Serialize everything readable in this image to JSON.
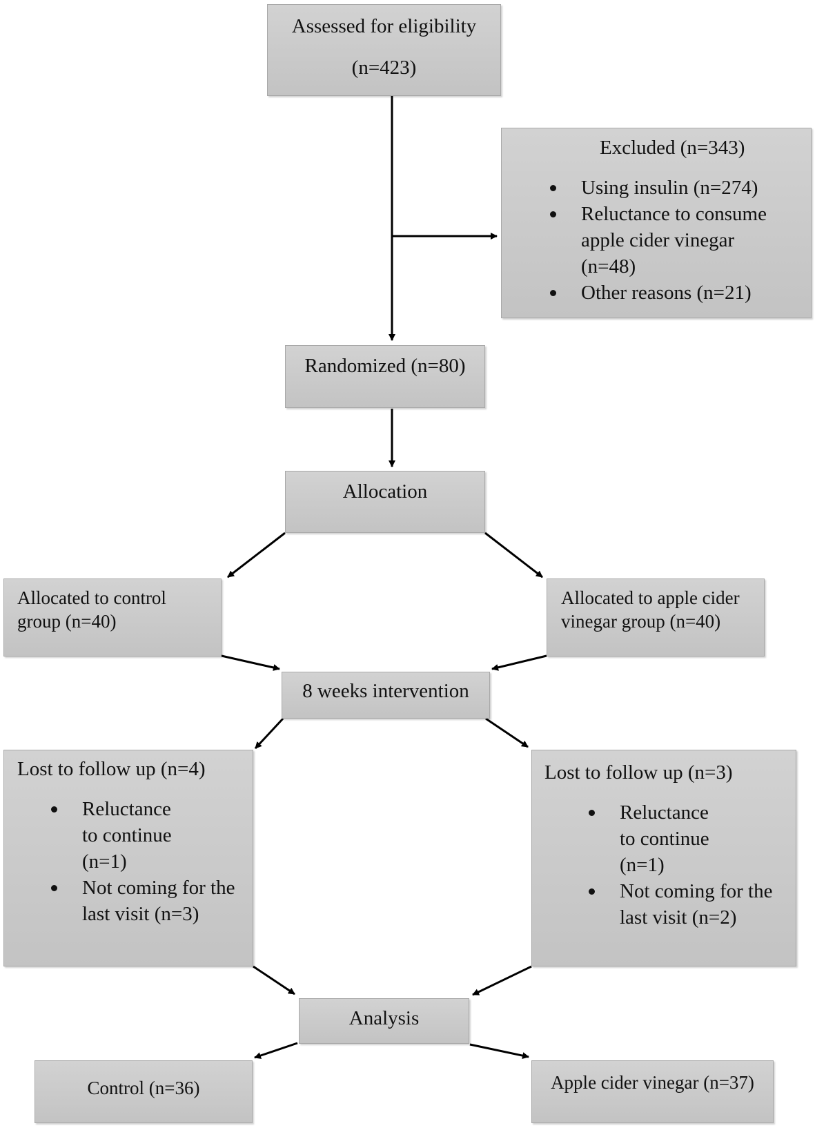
{
  "nodes": {
    "assessed": {
      "lines": [
        "Assessed for eligibility",
        "(n=423)"
      ]
    },
    "excluded": {
      "title": "Excluded (n=343)",
      "bullets": [
        "Using insulin (n=274)",
        "Reluctance to consume apple cider vinegar (n=48)",
        "Other reasons (n=21)"
      ]
    },
    "randomized": {
      "label": "Randomized (n=80)"
    },
    "allocation": {
      "label": "Allocation"
    },
    "alloc_control": {
      "lines": [
        "Allocated to control",
        "group (n=40)"
      ]
    },
    "alloc_acv": {
      "lines": [
        "Allocated to apple cider",
        "vinegar group (n=40)"
      ]
    },
    "intervention": {
      "label": "8 weeks intervention"
    },
    "lost_control": {
      "title": "Lost to follow up (n=4)",
      "bullets": [
        "Reluctance to continue (n=1)",
        "Not coming for the last visit (n=3)"
      ]
    },
    "lost_acv": {
      "title": "Lost to follow up (n=3)",
      "bullets": [
        "Reluctance to continue (n=1)",
        "Not coming for the last visit (n=2)"
      ]
    },
    "analysis": {
      "label": "Analysis"
    },
    "final_control": {
      "label": "Control (n=36)"
    },
    "final_acv": {
      "label": "Apple cider vinegar (n=37)"
    }
  },
  "edges": [
    {
      "from": "assessed",
      "to": "randomized"
    },
    {
      "from": "assessed",
      "to": "excluded"
    },
    {
      "from": "randomized",
      "to": "allocation"
    },
    {
      "from": "allocation",
      "to": "alloc_control"
    },
    {
      "from": "allocation",
      "to": "alloc_acv"
    },
    {
      "from": "alloc_control",
      "to": "intervention"
    },
    {
      "from": "alloc_acv",
      "to": "intervention"
    },
    {
      "from": "intervention",
      "to": "lost_control"
    },
    {
      "from": "intervention",
      "to": "lost_acv"
    },
    {
      "from": "lost_control",
      "to": "analysis"
    },
    {
      "from": "lost_acv",
      "to": "analysis"
    },
    {
      "from": "analysis",
      "to": "final_control"
    },
    {
      "from": "analysis",
      "to": "final_acv"
    }
  ],
  "colors": {
    "box_fill": "#c8c8c8",
    "arrow": "#000000"
  }
}
